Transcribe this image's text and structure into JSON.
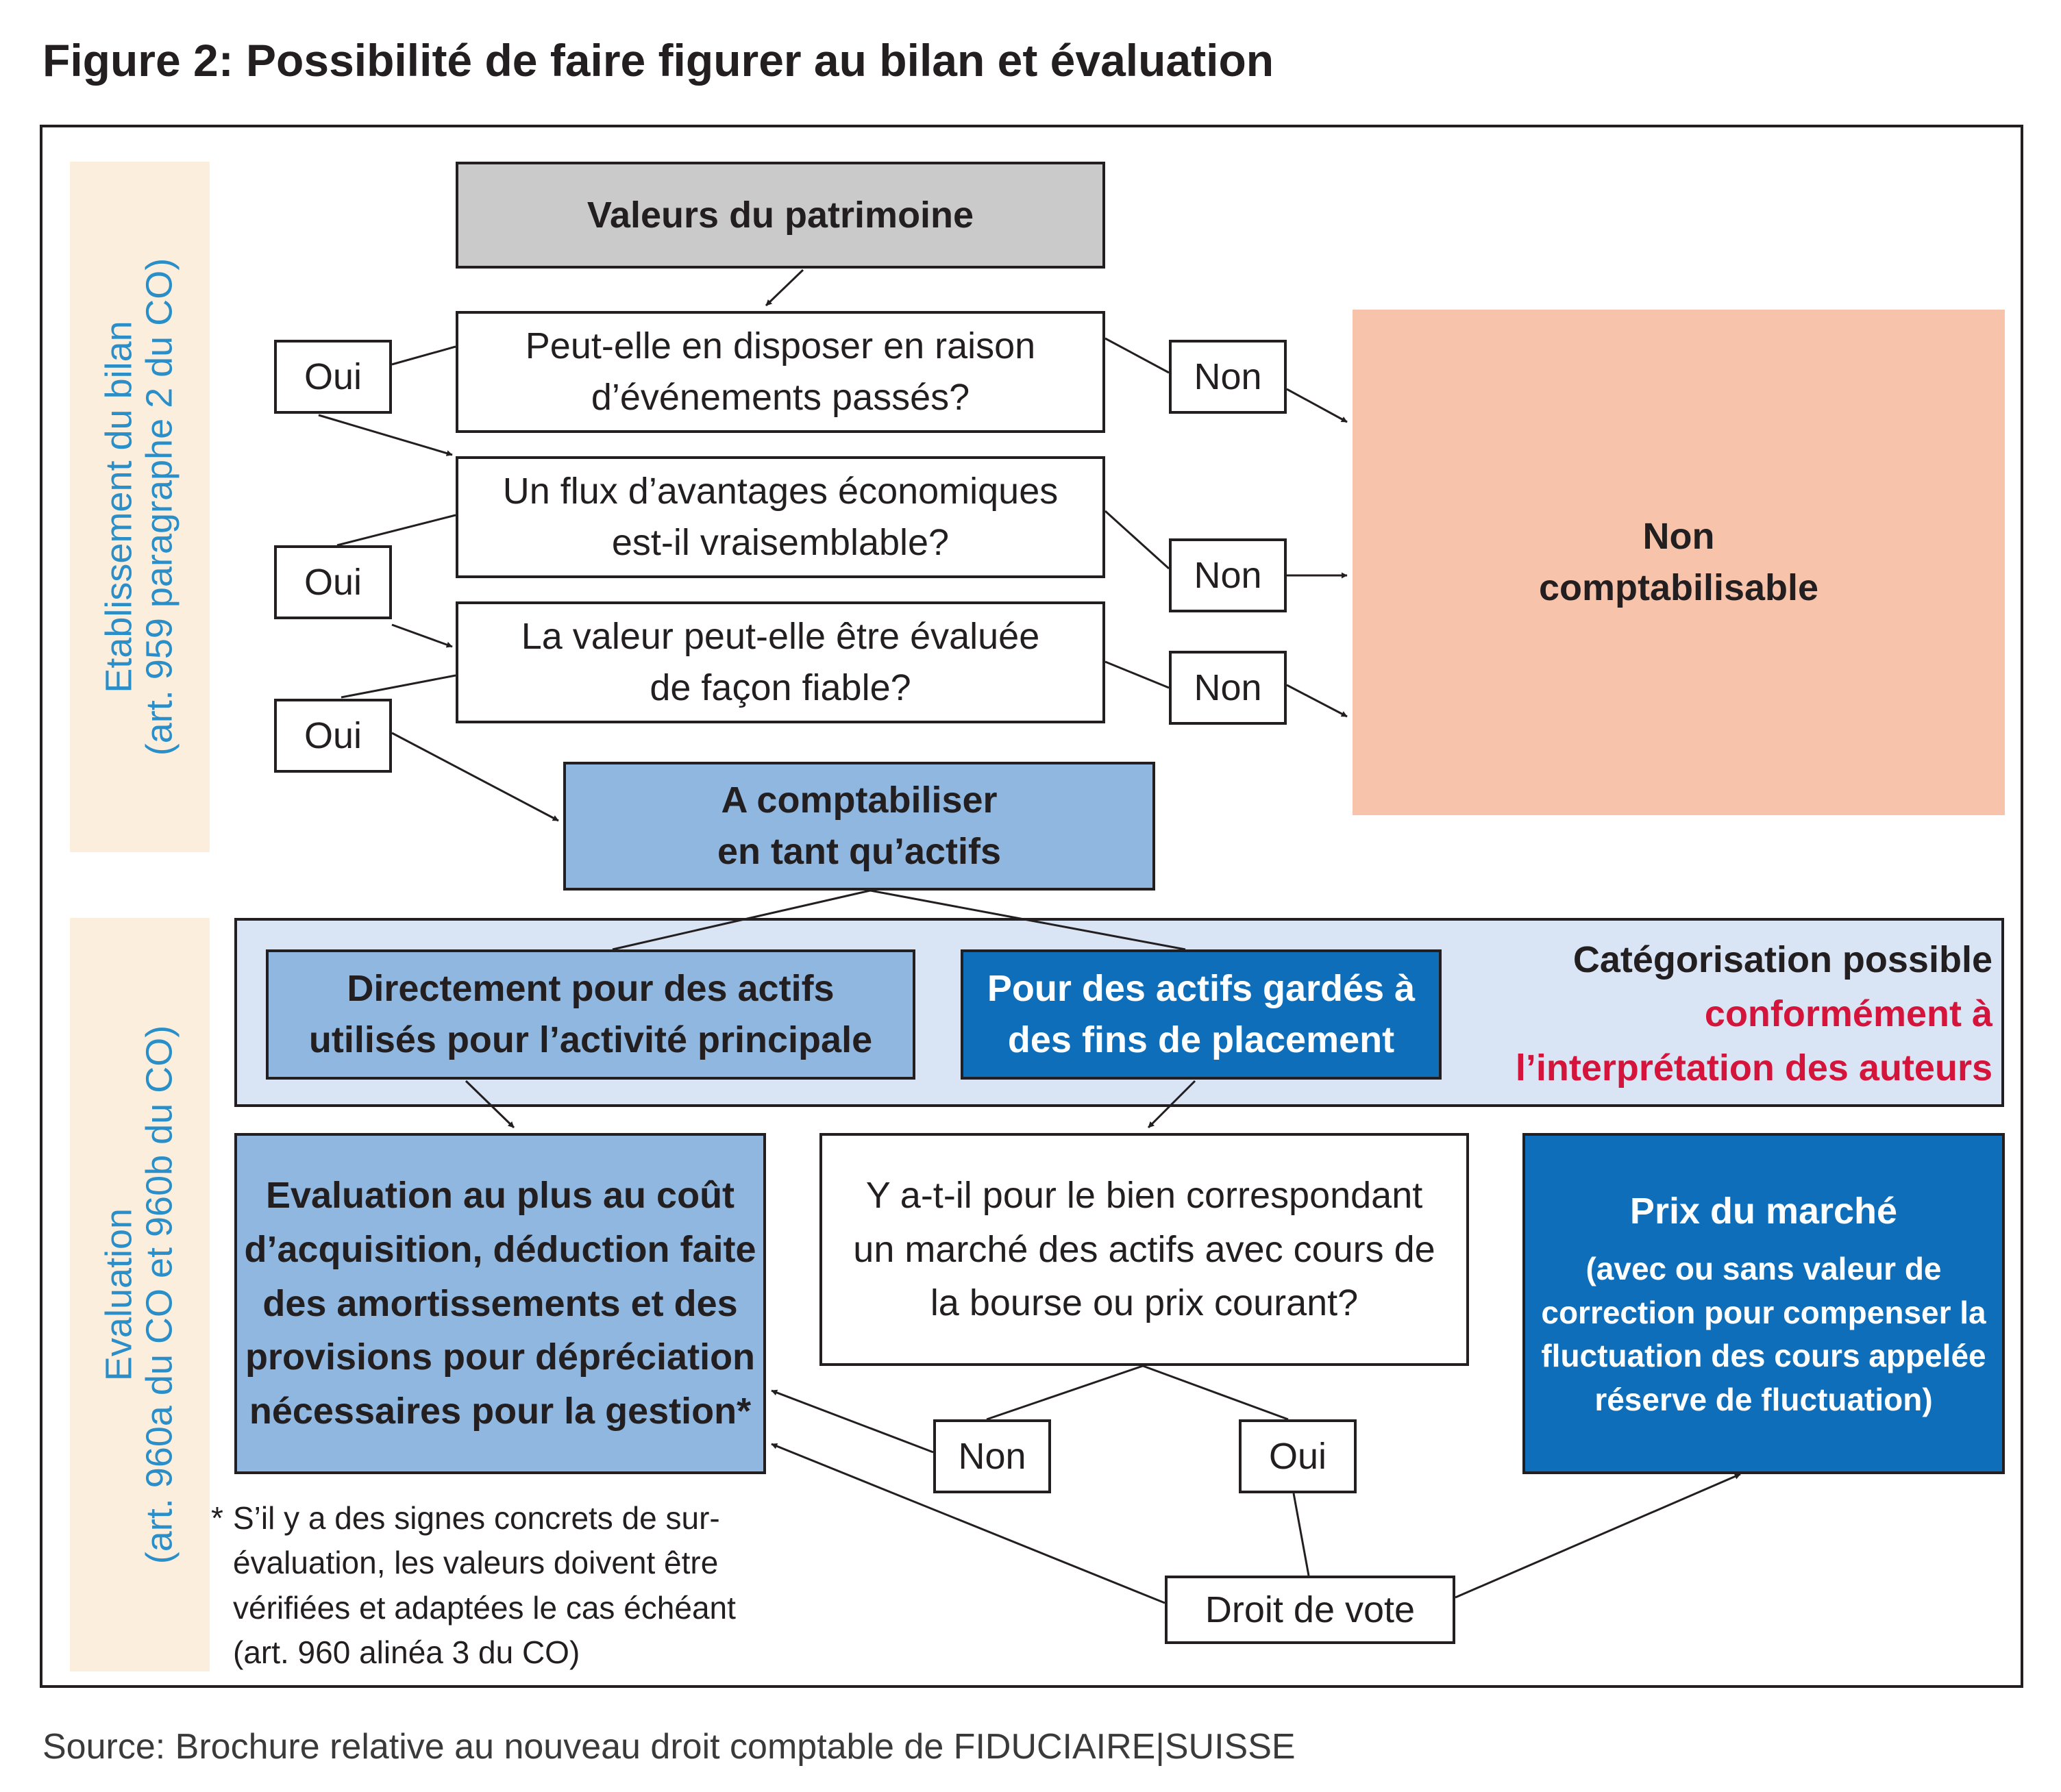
{
  "title": "Figure 2: Possibilité de faire figurer au bilan et évaluation",
  "sections": {
    "bilan": {
      "line1": "Etablissement du bilan",
      "line2": "(art. 959 paragraphe 2 du CO)"
    },
    "evaluation": {
      "line1": "Evaluation",
      "line2": "(art. 960a du CO et 960b du CO)"
    }
  },
  "nodes": {
    "valeurs": "Valeurs du patrimoine",
    "q1": {
      "line1": "Peut-elle en disposer en raison",
      "line2": "d’événements passés?"
    },
    "q2": {
      "line1": "Un flux d’avantages économiques",
      "line2": "est-il vraisemblable?"
    },
    "q3": {
      "line1": "La valeur peut-elle être évaluée",
      "line2": "de façon fiable?"
    },
    "non_compta": {
      "line1": "Non",
      "line2": "comptabilisable"
    },
    "a_compta": {
      "line1": "A comptabiliser",
      "line2": "en tant qu’actifs"
    },
    "directement": {
      "line1": "Directement pour des actifs",
      "line2": "utilisés pour l’activité principale"
    },
    "placement": {
      "line1": "Pour des actifs gardés à",
      "line2": "des fins de placement"
    },
    "categorisation": {
      "line1": "Catégorisation possible",
      "line2": "conformément à",
      "line3": "l’interprétation des auteurs"
    },
    "evaluation_cout": {
      "line1": "Evaluation au plus au coût",
      "line2": "d’acquisition, déduction faite",
      "line3": "des amortissements et des",
      "line4": "provisions pour dépréciation",
      "line5": "nécessaires pour la gestion*"
    },
    "marche_q": {
      "line1": "Y a-t-il pour le bien correspondant",
      "line2": "un marché des actifs avec cours de",
      "line3": "la bourse ou prix courant?"
    },
    "prix_marche": {
      "title": "Prix du marché",
      "line1": "(avec ou sans valeur de",
      "line2": "correction pour compenser la",
      "line3": "fluctuation des cours appelée",
      "line4": "réserve de fluctuation)"
    },
    "droit_vote": "Droit de vote"
  },
  "labels": {
    "oui": "Oui",
    "non": "Non"
  },
  "footnote": {
    "mark": "*",
    "line1": "S’il y a des signes concrets de sur-",
    "line2": "évaluation, les valeurs doivent être",
    "line3": "vérifiées et adaptées le cas échéant",
    "line4": "(art. 960 alinéa 3 du CO)"
  },
  "source": "Source: Brochure relative au nouveau droit comptable de FIDUCIAIRE|SUISSE",
  "colors": {
    "sidebar": "#fbeedd",
    "sidebar_text": "#2a8ec9",
    "grey_box": "#cacaca",
    "salmon": "#f7c4ab",
    "light_blue": "#8fb7df",
    "dark_blue": "#0f6eb9",
    "panel": "#d9e4f4",
    "accent_red": "#d4143a"
  }
}
